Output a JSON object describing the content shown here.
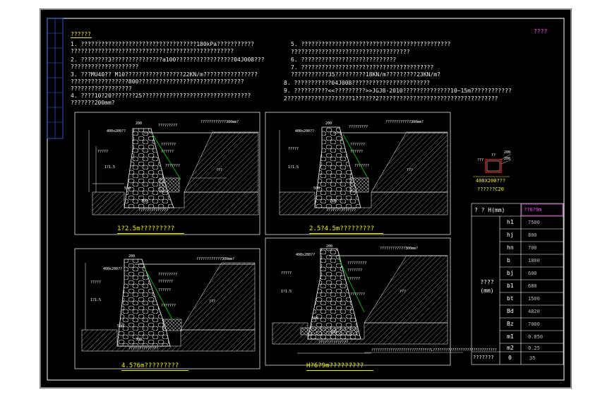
{
  "colors": {
    "background": "#000000",
    "frame": "#ffffff",
    "notes": "#f3f3f3",
    "header": "#f0f000",
    "magenta": "#ff4cff",
    "yellow": "#f0f000",
    "hatch": "#cfcfcf",
    "green": "#00d000",
    "red": "#ff2020"
  },
  "header": {
    "notes_title": "??????",
    "sheet_tag": "????"
  },
  "notes": [
    "1.  ??????????????????????????????????180kPa???????????",
    "    ????????????????????????????????????????????????",
    "2.  ????????3???????????????a100?????????????????04J008???",
    "    ????????????????????",
    "3.  ???MU40??  M10?????????????????22KN/m????????????????",
    "    ?????????????????800???????????????????????????????",
    "    ??????????????????",
    "4.  ????10?20???????25????????????????????????????????",
    "    ???????200mm?",
    "5.  ????????????????????????????????????????????",
    "    ???????????????????????????????????",
    "6.  ????????????????????????????",
    "7.  ???????????????????????????????????????",
    "    ???????????35?????????18KN/m?????????23KN/m?",
    "8.  ???????????04J008???????????????????????",
    "9.  ??????????<<?????????>>JGJ8-2010??????????????10~15m????????????",
    "    2???????????????????1??????2???????????????????????????????????"
  ],
  "sections": [
    {
      "caption": "1?2.5m?????????",
      "dims": [
        "400x200??",
        "200",
        "????????????300mm?",
        "?????????",
        "???????",
        "??????",
        "?????",
        "1?1.5",
        "???????",
        "???",
        "500",
        "300",
        "??????????????",
        "???????",
        "??????"
      ]
    },
    {
      "caption": "2.5?4.5m?????????",
      "dims": [
        "400x200??",
        "200",
        "????????????300mm?",
        "?????????",
        "???????",
        "??????",
        "?????",
        "1?1.5",
        "???????",
        "???",
        "500",
        "300",
        "??????????????",
        "???????",
        "??????"
      ]
    },
    {
      "caption": "4.5?6m?????????",
      "dims": [
        "400x200??",
        "200",
        "????????????300mm?",
        "?????????",
        "???????",
        "??????",
        "?????",
        "1?1.5",
        "???????",
        "???",
        "500",
        "300",
        "??????????????",
        "???????",
        "??????"
      ]
    },
    {
      "caption": "H?6?9m?????????",
      "dims": [
        "400x200??",
        "200",
        "????????????300mm?",
        "?????????",
        "???????",
        "??????",
        "?????",
        "1?1.5",
        "???????",
        "???",
        "500",
        "300",
        "??????????????",
        "???????",
        "??????"
      ]
    }
  ],
  "drain_detail": {
    "label": "400X200???",
    "sublabel": "??????C20",
    "dims": [
      "200",
      "200",
      "??",
      "???"
    ]
  },
  "bottom_note": "????????????????????????????L??????????????????????????????",
  "table": {
    "header_left": "? ? H(mm)",
    "header_right": "??6?9m",
    "group_label": "????\n(mm)",
    "footer_label": "???????",
    "rows": [
      {
        "sym": "h1",
        "val": "7500"
      },
      {
        "sym": "hj",
        "val": "800"
      },
      {
        "sym": "hn",
        "val": "700"
      },
      {
        "sym": "b",
        "val": "1800"
      },
      {
        "sym": "bj",
        "val": "600"
      },
      {
        "sym": "b1",
        "val": "680"
      },
      {
        "sym": "bt",
        "val": "1500"
      },
      {
        "sym": "Bd",
        "val": "4820"
      },
      {
        "sym": "Bz",
        "val": "7000"
      },
      {
        "sym": "m1",
        "val": "0.050"
      },
      {
        "sym": "m2",
        "val": "0.25"
      },
      {
        "sym": "θ",
        "val": "35"
      }
    ]
  }
}
